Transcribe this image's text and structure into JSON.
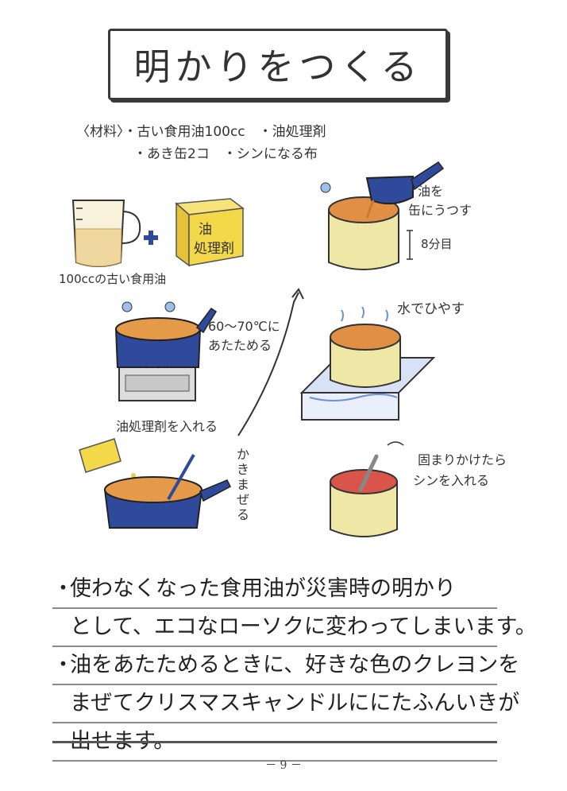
{
  "title": "明かりをつくる",
  "materials": {
    "label": "〈材料〉",
    "line1": "・古い食用油100cc　・油処理剤",
    "line2": "・あき缶2コ　・シンになる布"
  },
  "illustrations": {
    "cup_label": "100ccの古い食用油",
    "box_label_1": "油",
    "box_label_2": "処理剤",
    "pour_label_1": "油を",
    "pour_label_2": "缶にうつす",
    "fill_label": "8分目",
    "heat_label_1": "60～70℃に",
    "heat_label_2": "あたためる",
    "cool_label": "水でひやす",
    "add_agent_label": "油処理剤を入れる",
    "stir_label": "かきまぜる",
    "wick_label_1": "固まりかけたら",
    "wick_label_2": "シンを入れる"
  },
  "bullets": [
    {
      "line1": "使わなくなった食用油が災害時の明かり",
      "line2": "として、エコなローソクに変わってしまいます。"
    },
    {
      "line1": "油をあたためるときに、好きな色のクレヨンを",
      "line2": "まぜてクリスマスキャンドルににたふんいきが",
      "line3": "出せます。"
    }
  ],
  "page_number": "－ 9 －",
  "colors": {
    "pot_blue": "#2f4a9a",
    "oil_orange": "#d98a3a",
    "can_yellow": "#efe7a6",
    "box_yellow": "#f3d84a",
    "water_blue": "#6f8fd8",
    "wax_red": "#d9544a"
  }
}
